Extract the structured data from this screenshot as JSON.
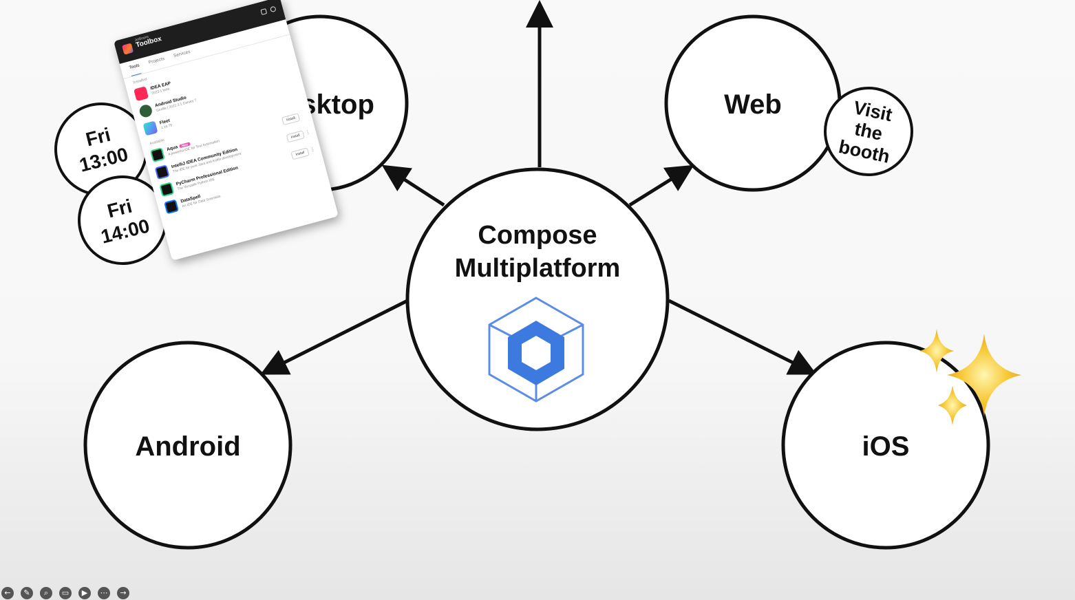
{
  "center": {
    "line1": "Compose",
    "line2": "Multiplatform"
  },
  "targets": {
    "desktop": "Desktop",
    "web": "Web",
    "android": "Android",
    "ios": "iOS"
  },
  "sessions": {
    "first": {
      "day": "Fri",
      "time": "13:00"
    },
    "second": {
      "day": "Fri",
      "time": "14:00"
    }
  },
  "booth": {
    "line1": "Visit",
    "line2": "the",
    "line3": "booth"
  },
  "toolbox": {
    "brand_small": "JetBrains",
    "brand_title": "Toolbox",
    "tabs": [
      "Tools",
      "Projects",
      "Services"
    ],
    "installed_label": "Installed",
    "installed": [
      {
        "name": "IDEA EAP",
        "sub": "2023.1 beta",
        "icon_color": "#fe2857"
      },
      {
        "name": "Android Studio",
        "sub": "Giraffe | 2022.3.1 Canary 7",
        "icon_color": "#3ddc84"
      },
      {
        "name": "Fleet",
        "sub": "1.16.79",
        "icon_color": "#7b5dff"
      }
    ],
    "available_label": "Available",
    "available": [
      {
        "name": "Aqua",
        "badge": "New",
        "sub": "A powerful IDE for Test Automation",
        "icon_color": "#34d27e",
        "action": "Install"
      },
      {
        "name": "IntelliJ IDEA Community Edition",
        "sub": "The IDE for pure Java and Kotlin development",
        "icon_color": "#4b6dff",
        "action": "Install"
      },
      {
        "name": "PyCharm Professional Edition",
        "sub": "The Versatile Python IDE",
        "icon_color": "#21d789",
        "action": "Install"
      },
      {
        "name": "DataSpell",
        "sub": "An IDE for Data Scientists",
        "icon_color": "#087cfa",
        "action": ""
      }
    ]
  },
  "colors": {
    "stroke": "#111111",
    "kotlin_blue_dark": "#3d7ae0",
    "kotlin_blue_light": "#5b8de6",
    "sparkle": "#f5c518"
  },
  "icons": [
    "compose-multiplatform-logo-icon",
    "sparkles-icon",
    "jetbrains-toolbox-logo-icon"
  ]
}
